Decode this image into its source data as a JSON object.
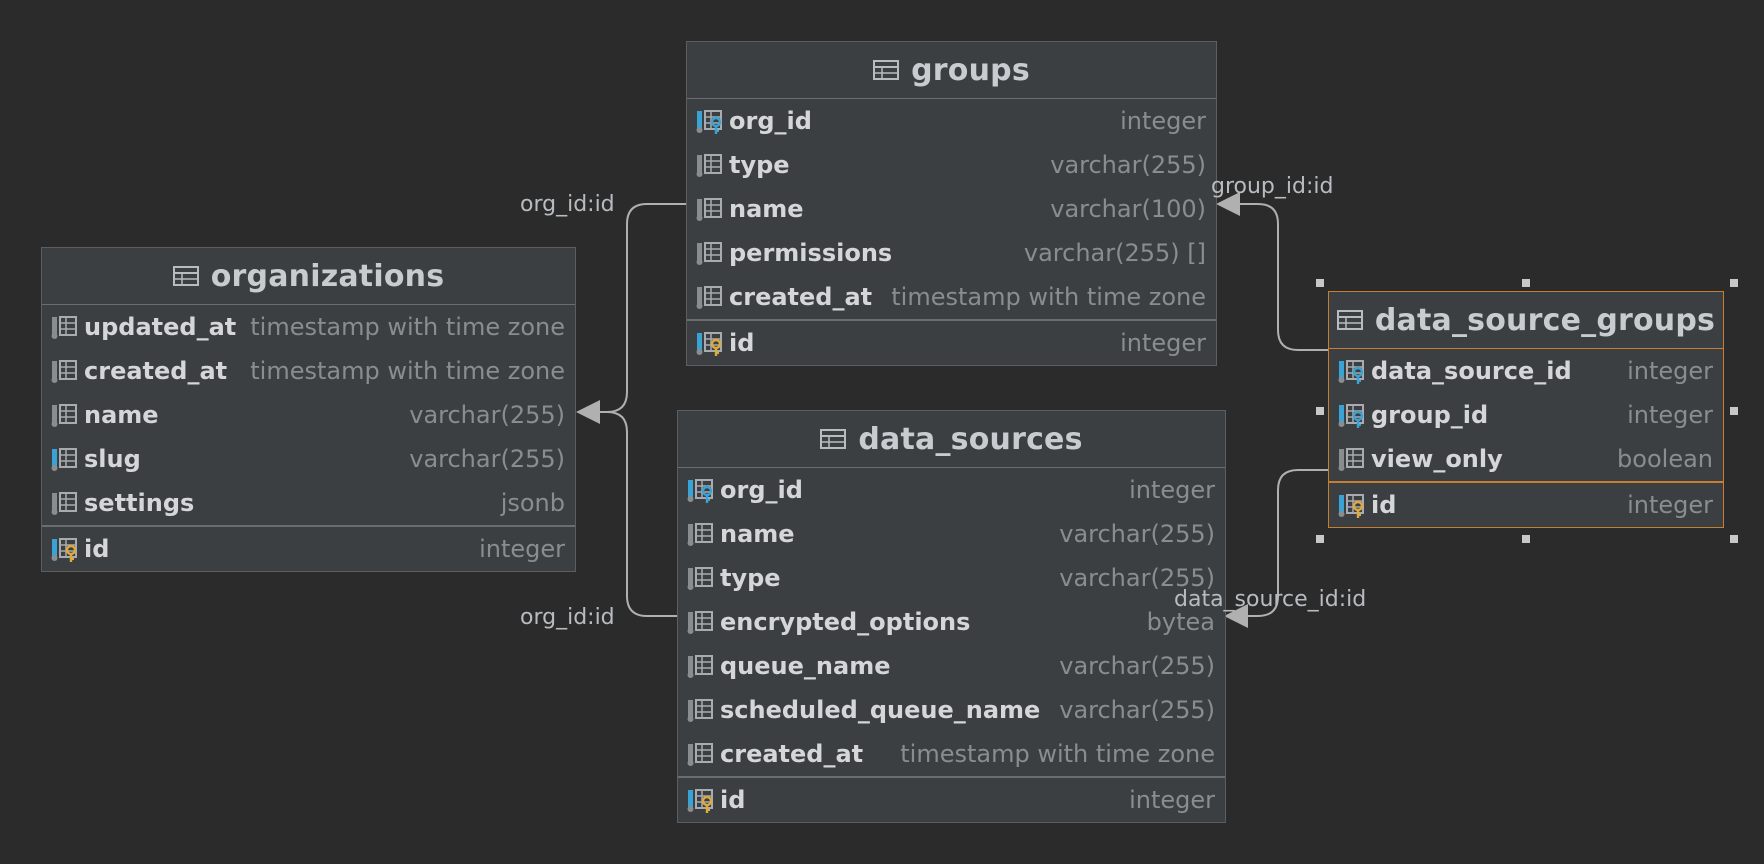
{
  "tables": {
    "groups": {
      "name": "groups",
      "columns": [
        {
          "name": "org_id",
          "type": "integer",
          "icon": "foreign-key-column-icon"
        },
        {
          "name": "type",
          "type": "varchar(255)",
          "icon": "column-icon"
        },
        {
          "name": "name",
          "type": "varchar(100)",
          "icon": "column-icon"
        },
        {
          "name": "permissions",
          "type": "varchar(255) []",
          "icon": "column-icon"
        },
        {
          "name": "created_at",
          "type": "timestamp with time zone",
          "icon": "column-icon"
        }
      ],
      "pk": {
        "name": "id",
        "type": "integer",
        "icon": "primary-key-column-icon"
      }
    },
    "organizations": {
      "name": "organizations",
      "columns": [
        {
          "name": "updated_at",
          "type": "timestamp with time zone",
          "icon": "column-icon"
        },
        {
          "name": "created_at",
          "type": "timestamp with time zone",
          "icon": "column-icon"
        },
        {
          "name": "name",
          "type": "varchar(255)",
          "icon": "column-icon"
        },
        {
          "name": "slug",
          "type": "varchar(255)",
          "icon": "indexed-column-icon"
        },
        {
          "name": "settings",
          "type": "jsonb",
          "icon": "column-icon"
        }
      ],
      "pk": {
        "name": "id",
        "type": "integer",
        "icon": "primary-key-column-icon"
      }
    },
    "data_sources": {
      "name": "data_sources",
      "columns": [
        {
          "name": "org_id",
          "type": "integer",
          "icon": "foreign-key-column-icon"
        },
        {
          "name": "name",
          "type": "varchar(255)",
          "icon": "column-icon"
        },
        {
          "name": "type",
          "type": "varchar(255)",
          "icon": "column-icon"
        },
        {
          "name": "encrypted_options",
          "type": "bytea",
          "icon": "column-icon"
        },
        {
          "name": "queue_name",
          "type": "varchar(255)",
          "icon": "column-icon"
        },
        {
          "name": "scheduled_queue_name",
          "type": "varchar(255)",
          "icon": "column-icon"
        },
        {
          "name": "created_at",
          "type": "timestamp with time zone",
          "icon": "column-icon"
        }
      ],
      "pk": {
        "name": "id",
        "type": "integer",
        "icon": "primary-key-column-icon"
      }
    },
    "data_source_groups": {
      "name": "data_source_groups",
      "selected": true,
      "columns": [
        {
          "name": "data_source_id",
          "type": "integer",
          "icon": "foreign-key-column-icon"
        },
        {
          "name": "group_id",
          "type": "integer",
          "icon": "foreign-key-column-icon"
        },
        {
          "name": "view_only",
          "type": "boolean",
          "icon": "column-icon"
        }
      ],
      "pk": {
        "name": "id",
        "type": "integer",
        "icon": "primary-key-column-icon"
      }
    }
  },
  "edge_labels": {
    "groups_org": "org_id:id",
    "data_sources_org": "org_id:id",
    "dsg_group": "group_id:id",
    "dsg_data_source": "data_source_id:id"
  },
  "colors": {
    "background": "#2b2b2b",
    "table_fill": "#3c3f41",
    "selection": "#c77e33",
    "fk_key": "#3aa3d6",
    "pk_key": "#e0a93b",
    "edge": "#b0b0b0"
  }
}
